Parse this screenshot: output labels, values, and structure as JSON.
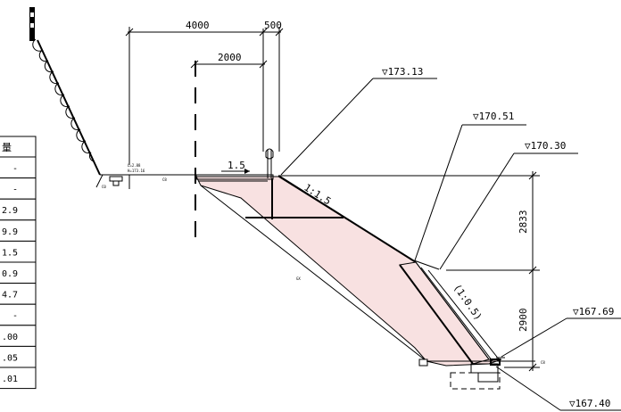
{
  "dimensions": {
    "top_width_left": "4000",
    "top_width_right": "500",
    "inner_width": "2000",
    "height_upper": "2833",
    "height_lower": "2900"
  },
  "elevations": {
    "crest": "▽173.13",
    "platform_a": "▽170.51",
    "platform_b": "▽170.30",
    "toe_top": "▽167.69",
    "toe_bottom": "▽167.40"
  },
  "slopes": {
    "upper": "1:1.5",
    "lower": "(1:0.5)",
    "top_grade": "1.5"
  },
  "table": {
    "header": "量",
    "rows": [
      "-",
      "-",
      "2.9",
      "9.9",
      "1.5",
      "0.9",
      "4.7",
      "-",
      ".00",
      ".05",
      ".01"
    ]
  },
  "small_labels": {
    "left_note_1": "L=2.88",
    "left_note_2": "H=173.16",
    "tag_a": "C0",
    "tag_b": "C8",
    "tag_c": "GX",
    "tag_d": "C8"
  }
}
